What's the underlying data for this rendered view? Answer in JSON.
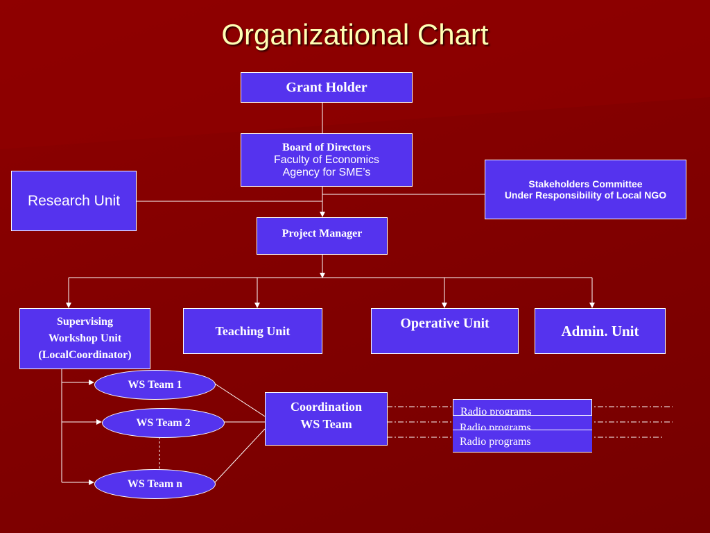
{
  "title": "Organizational Chart",
  "nodes": {
    "grant_holder": "Grant Holder",
    "board": {
      "line1": "Board of Directors",
      "line2": "Faculty of Economics",
      "line3": "Agency for SME’s"
    },
    "research_unit": "Research Unit",
    "stakeholders": {
      "line1": "Stakeholders Committee",
      "line2": "Under Responsibility of Local NGO"
    },
    "project_manager": "Project Manager",
    "supervising": {
      "line1": "Supervising",
      "line2": "Workshop Unit",
      "line3": "(LocalCoordinator)"
    },
    "teaching_unit": "Teaching Unit",
    "operative_unit": "Operative Unit",
    "admin_unit": "Admin. Unit",
    "ws_team_1": "WS Team 1",
    "ws_team_2": "WS Team 2",
    "ws_team_n": "WS Team n",
    "coordination": {
      "line1": "Coordination",
      "line2": "WS Team"
    },
    "radio": [
      "Radio programs",
      "Radio programs",
      "Radio programs"
    ]
  },
  "colors": {
    "background": "#760000",
    "node_fill": "#5533ee",
    "node_border": "#ffffff",
    "title_text": "#ffffb4"
  }
}
